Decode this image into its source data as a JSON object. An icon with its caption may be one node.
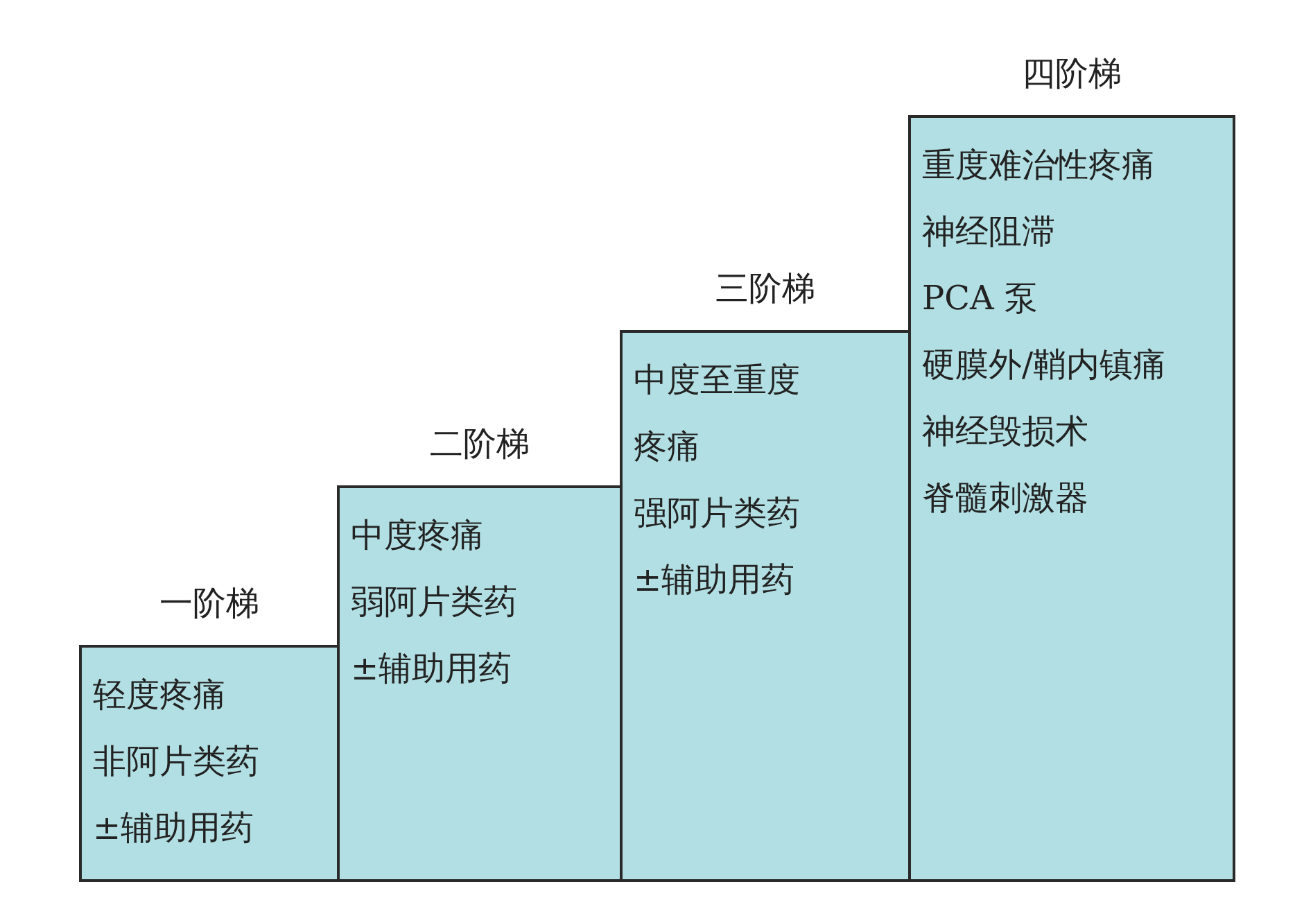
{
  "diagram": {
    "nodes": [
      {
        "text": [
          "一阶梯",
          "轻度疼痛",
          "非阿片类药±辅助用药"
        ]
      },
      {
        "text": [
          "二阶梯",
          "中度疼痛",
          "弱阿片类药±辅助用药"
        ]
      },
      {
        "text": [
          "三阶梯",
          "中度至重度疼痛",
          "强阿片类药±辅助用药"
        ]
      },
      {
        "text": [
          "四阶梯",
          "重度难治性疼痛",
          "神经阻滞",
          "PCA 泵",
          "硬膜外/鞘内镇痛",
          "神经毁损术",
          "脊髓刺激器"
        ]
      }
    ]
  }
}
